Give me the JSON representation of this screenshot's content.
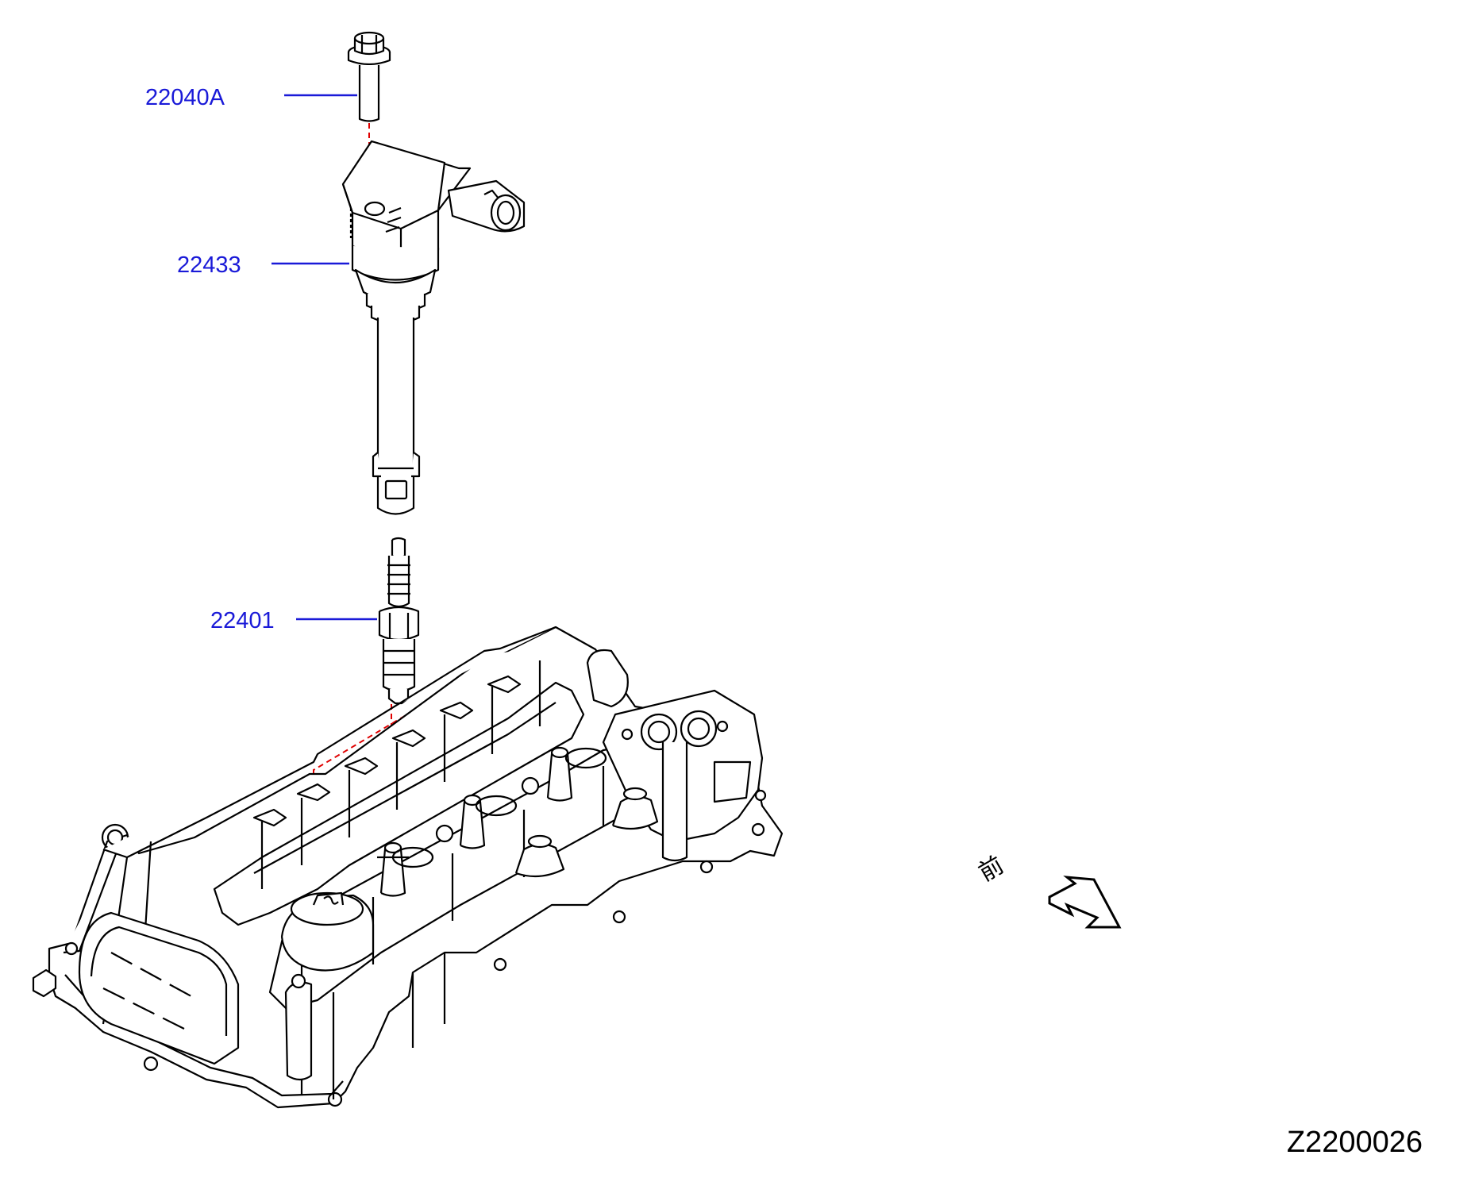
{
  "callouts": [
    {
      "part_number": "22040A"
    },
    {
      "part_number": "22433"
    },
    {
      "part_number": "22401"
    }
  ],
  "front_indicator": {
    "label": "前",
    "icon": "front-direction-arrow-icon"
  },
  "drawing_number": "Z2200026",
  "colors": {
    "callout_text": "#1a1ad8",
    "leader_line": "#1a1ad8",
    "alignment_dash": "#e00000",
    "line_art": "#000000"
  }
}
